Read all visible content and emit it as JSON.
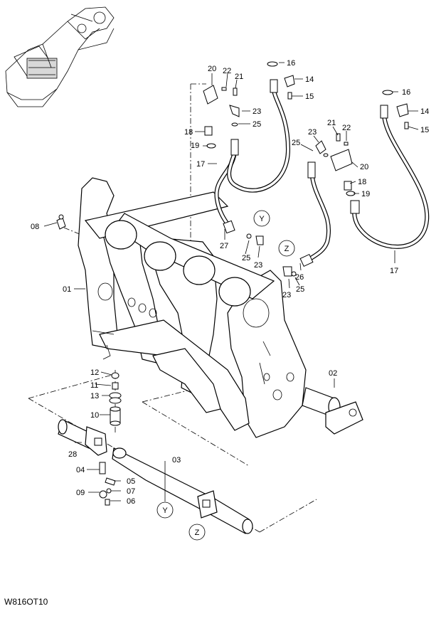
{
  "drawing_code": "W816OT10",
  "view_markers": {
    "Y": "Y",
    "Z": "Z"
  },
  "callouts": {
    "p01": "01",
    "p02": "02",
    "p03": "03",
    "p04": "04",
    "p05": "05",
    "p06": "06",
    "p07": "07",
    "p08": "08",
    "p09": "09",
    "p10": "10",
    "p11": "11",
    "p12": "12",
    "p13": "13",
    "p28": "28",
    "p20a": "20",
    "p22a": "22",
    "p21a": "21",
    "p23a": "23",
    "p25a": "25",
    "p18a": "18",
    "p19a": "19",
    "p17a": "17",
    "p16a": "16",
    "p14a": "14",
    "p15a": "15",
    "p27": "27",
    "p25b": "25",
    "p23b": "23",
    "p16b": "16",
    "p14b": "14",
    "p15b": "15",
    "p21b": "21",
    "p22b": "22",
    "p23c": "23",
    "p25c": "25",
    "p20b": "20",
    "p18b": "18",
    "p19b": "19",
    "p26": "26",
    "p17b": "17",
    "p23d": "23",
    "p25d": "25"
  }
}
